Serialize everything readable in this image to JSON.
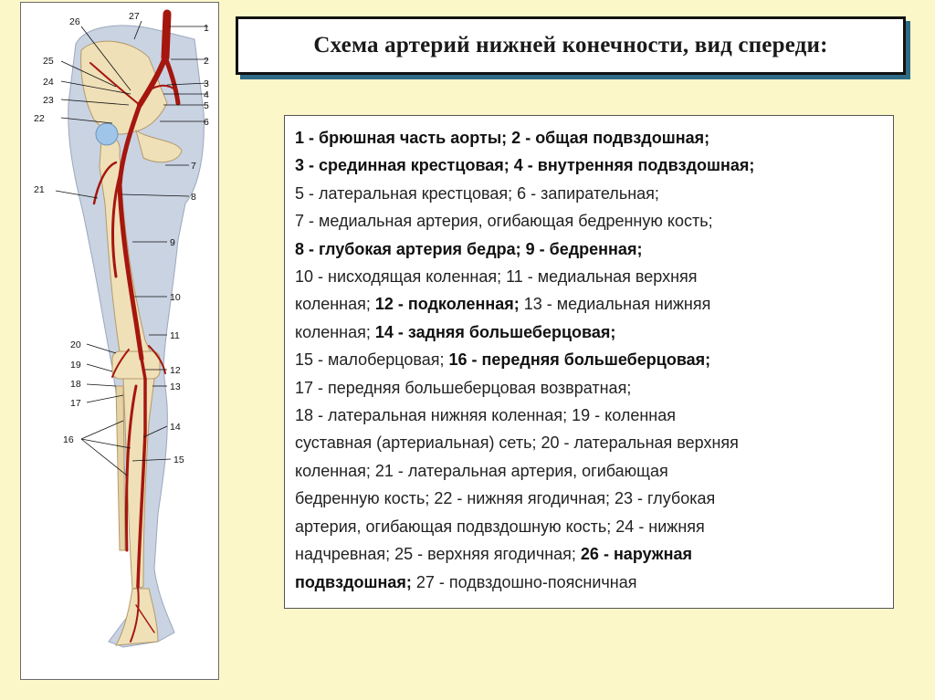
{
  "title": "Схема артерий нижней конечности, вид спереди:",
  "legend": {
    "lines": [
      [
        {
          "t": "1 - брюшная часть аорты; 2 - общая подвздошная;",
          "b": true
        }
      ],
      [
        {
          "t": "3 - срединная крестцовая; 4 - внутренняя подвздошная;",
          "b": true
        }
      ],
      [
        {
          "t": "5 - латеральная крестцовая; 6 - запирательная;",
          "b": false
        }
      ],
      [
        {
          "t": "7 - медиальная артерия, огибающая бедренную кость;",
          "b": false
        }
      ],
      [
        {
          "t": "8 - глубокая артерия бедра; 9 - бедренная;",
          "b": true
        }
      ],
      [
        {
          "t": "10 - нисходящая коленная; 11 - медиальная верхняя",
          "b": false
        }
      ],
      [
        {
          "t": "коленная; ",
          "b": false
        },
        {
          "t": "12 - подколенная;",
          "b": true
        },
        {
          "t": " 13 - медиальная нижняя",
          "b": false
        }
      ],
      [
        {
          "t": "коленная; ",
          "b": false
        },
        {
          "t": "14 - задняя большеберцовая;",
          "b": true
        }
      ],
      [
        {
          "t": "15 - малоберцовая; ",
          "b": false
        },
        {
          "t": "16 - передняя большеберцовая;",
          "b": true
        }
      ],
      [
        {
          "t": "17 - передняя большеберцовая возвратная;",
          "b": false
        }
      ],
      [
        {
          "t": "18 - латеральная нижняя коленная; 19 - коленная",
          "b": false
        }
      ],
      [
        {
          "t": "суставная (артериальная) сеть; 20 - латеральная верхняя",
          "b": false
        }
      ],
      [
        {
          "t": "коленная; 21 - латеральная артерия, огибающая",
          "b": false
        }
      ],
      [
        {
          "t": "бедренную кость; 22 - нижняя ягодичная; 23 - глубокая",
          "b": false
        }
      ],
      [
        {
          "t": "артерия, огибающая подвздошную кость; 24 - нижняя",
          "b": false
        }
      ],
      [
        {
          "t": "надчревная; 25 - верхняя ягодичная; ",
          "b": false
        },
        {
          "t": "26 - наружная",
          "b": true
        }
      ],
      [
        {
          "t": "подвздошная;",
          "b": true
        },
        {
          "t": " 27 - подвздошно-поясничная",
          "b": false
        }
      ]
    ]
  },
  "figure": {
    "labels_right": [
      "1",
      "2",
      "3",
      "4",
      "5",
      "6",
      "7",
      "8",
      "9",
      "10",
      "11",
      "12",
      "13",
      "14",
      "15"
    ],
    "labels_left": [
      "26",
      "27",
      "25",
      "24",
      "23",
      "22",
      "21",
      "20",
      "19",
      "18",
      "17",
      "16"
    ]
  },
  "colors": {
    "background": "#fcf7c9",
    "artery": "#a5160f",
    "bone": "#efe0b8",
    "skin": "#c9d3e2",
    "title_shadow": "#2f6a86"
  }
}
